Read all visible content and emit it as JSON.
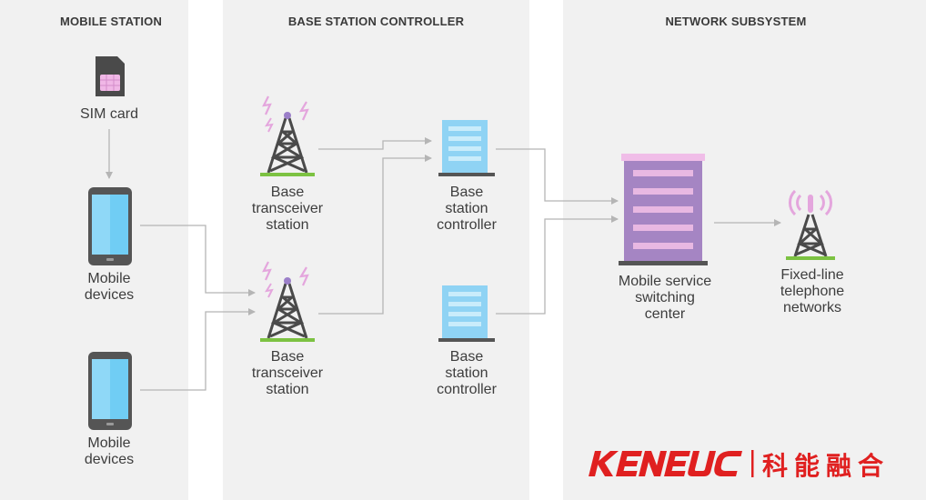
{
  "sections": {
    "mobile_station": "MOBILE STATION",
    "base_station_controller": "BASE STATION CONTROLLER",
    "network_subsystem": "NETWORK SUBSYSTEM"
  },
  "nodes": {
    "sim_card": "SIM card",
    "mobile_devices_1": "Mobile\ndevices",
    "mobile_devices_2": "Mobile\ndevices",
    "bts_1": "Base\ntransceiver\nstation",
    "bts_2": "Base\ntransceiver\nstation",
    "bsc_1": "Base\nstation\ncontroller",
    "bsc_2": "Base\nstation\ncontroller",
    "msc": "Mobile service\nswitching\ncenter",
    "pstn": "Fixed-line\ntelephone\nnetworks"
  },
  "logo": {
    "latin": "KENEUC",
    "chinese": "科能融合"
  },
  "colors": {
    "panel": "#f1f1f1",
    "arrow": "#b5b5b5",
    "signal_pink": "#e4a6dd",
    "ground_green": "#7cc242",
    "server_blue": "#8fd3f4",
    "msc_purple": "#a585c3",
    "brand_red": "#e02020"
  }
}
